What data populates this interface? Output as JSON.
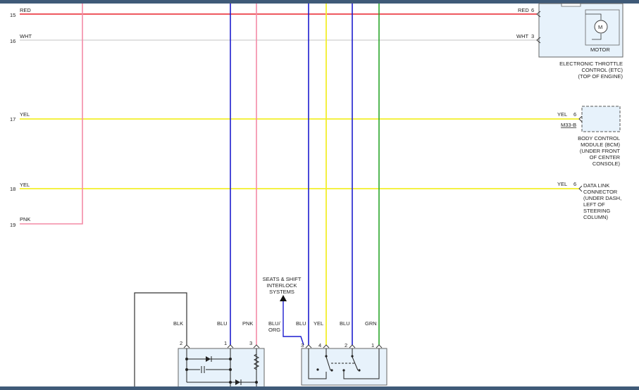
{
  "rows": [
    {
      "num": "15",
      "wire": "RED"
    },
    {
      "num": "16",
      "wire": "WHT"
    },
    {
      "num": "17",
      "wire": "YEL"
    },
    {
      "num": "18",
      "wire": "YEL"
    },
    {
      "num": "19",
      "wire": "PNK"
    }
  ],
  "etc": {
    "pins": [
      {
        "wire": "RED",
        "pin": "6"
      },
      {
        "wire": "WHT",
        "pin": "3"
      }
    ],
    "motor_symbol": "M",
    "motor_label": "MOTOR",
    "caption": [
      "ELECTRONIC THROTTLE",
      "CONTROL (ETC)",
      "(TOP OF ENGINE)"
    ]
  },
  "bcm": {
    "wire": "YEL",
    "pin": "6",
    "connector": "M33-B",
    "caption": [
      "BODY CONTROL",
      "MODULE (BCM)",
      "(UNDER FRONT",
      "OF CENTER",
      "CONSOLE)"
    ]
  },
  "dlc": {
    "wire": "YEL",
    "pin": "6",
    "caption": [
      "DATA LINK",
      "CONNECTOR",
      "(UNDER DASH,",
      "LEFT OF",
      "STEERING",
      "COLUMN)"
    ]
  },
  "interlock": {
    "caption": [
      "SEATS & SHIFT",
      "INTERLOCK",
      "SYSTEMS"
    ]
  },
  "left_module": {
    "pins": [
      {
        "wire": "BLK",
        "pin": "2"
      },
      {
        "wire": "BLU",
        "pin": "1"
      },
      {
        "wire": "PNK",
        "pin": "3"
      }
    ]
  },
  "right_module": {
    "pins": [
      {
        "wire": [
          "BLU/",
          "ORG"
        ],
        "pin": "3"
      },
      {
        "wire": "BLU",
        "pin": "4"
      },
      {
        "wire": "YEL",
        "pin": ""
      },
      {
        "wire": "BLU",
        "pin": "2"
      },
      {
        "wire": "GRN",
        "pin": "1"
      }
    ]
  },
  "colors": {
    "red": "#e8202a",
    "white_wire": "#d7d7d7",
    "yellow": "#f2ef2a",
    "pink": "#f48aa6",
    "blue": "#1c1ccf",
    "green": "#2aa52a",
    "module_fill": "#e7f2fb",
    "frame": "#3f5a78"
  }
}
